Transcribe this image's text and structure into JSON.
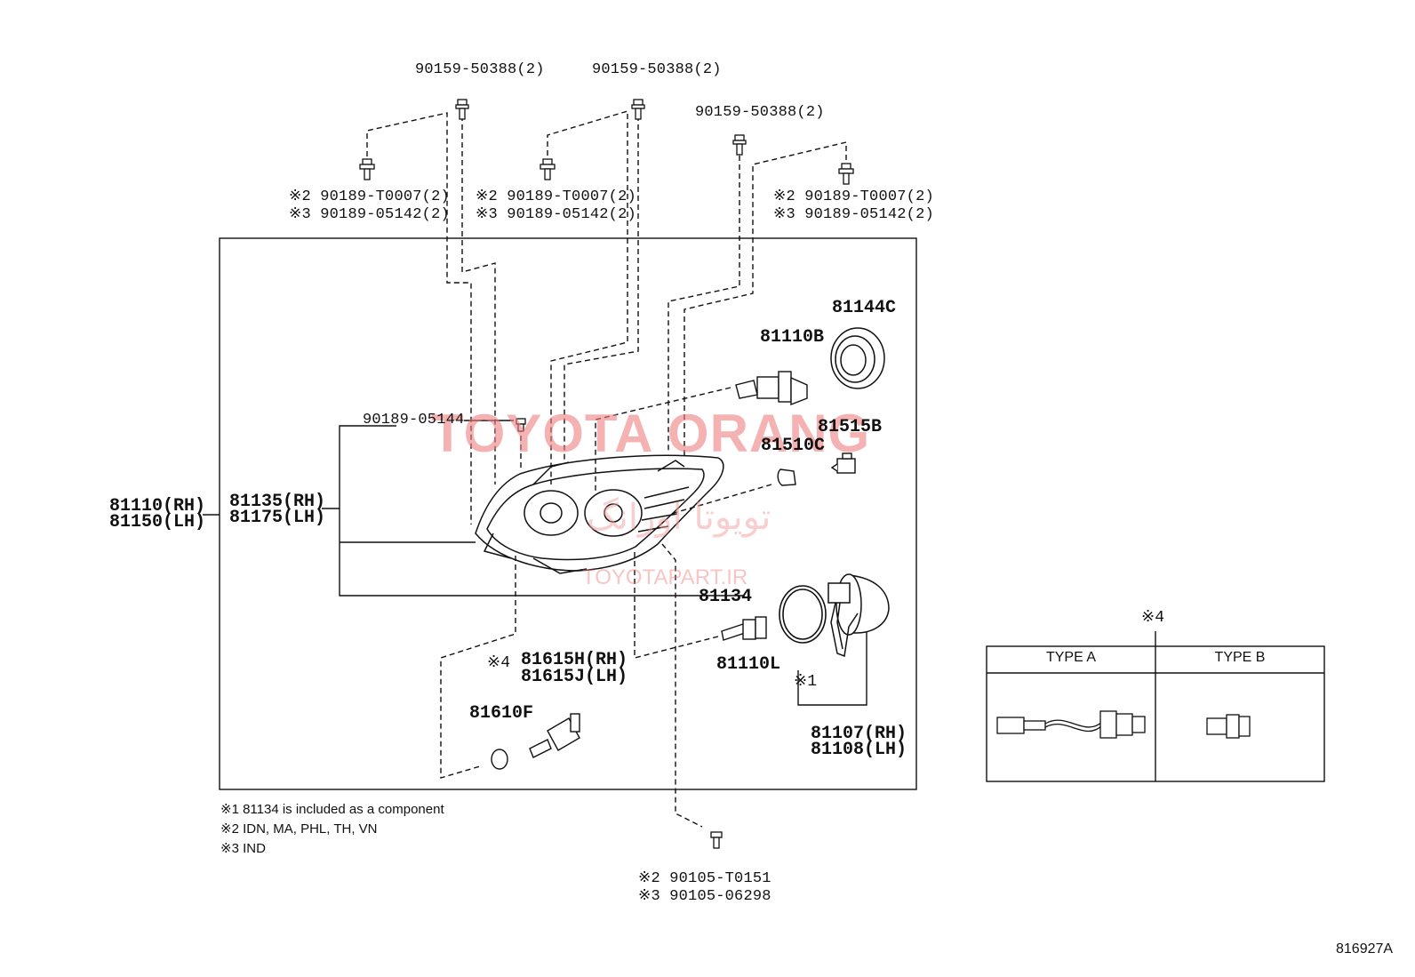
{
  "labels": {
    "bolt_top_left": "90159-50388(2)",
    "bolt_top_mid": "90159-50388(2)",
    "bolt_top_right": "90159-50388(2)",
    "clip_left_a": "※2 90189-T0007(2)",
    "clip_left_b": "※3 90189-05142(2)",
    "clip_mid_a": "※2 90189-T0007(2)",
    "clip_mid_b": "※3 90189-05142(2)",
    "clip_right_a": "※2 90189-T0007(2)",
    "clip_right_b": "※3 90189-05142(2)",
    "screw_inner": "90189-05144",
    "assy_rh": "81110(RH)",
    "assy_lh": "81150(LH)",
    "unit_rh": "81135(RH)",
    "unit_lh": "81175(LH)",
    "cover": "81144C",
    "bulb_hb": "81110B",
    "socket_side": "81515B",
    "bulb_side": "81510C",
    "gasket": "81134",
    "bulb_low": "81110L",
    "socket_turn_rh": "81615H(RH)",
    "socket_turn_lh": "81615J(LH)",
    "socket_turn_note": "※4",
    "bulb_turn": "81610F",
    "cover_note": "※1",
    "cover_rh": "81107(RH)",
    "cover_lh": "81108(LH)",
    "screw_bottom_a": "※2 90105-T0151",
    "screw_bottom_b": "※3 90105-06298"
  },
  "footnotes": [
    "※1 81134 is included as a component",
    "※2 IDN, MA, PHL, TH, VN",
    "※3 IND"
  ],
  "inset": {
    "note": "※4",
    "type_a": "TYPE A",
    "type_b": "TYPE B"
  },
  "watermark": {
    "brand": "TOYOTA ORANG",
    "persian": "تویوتا اورانگ",
    "url": "TOYOTAPART.IR"
  },
  "reference": "816927A",
  "colors": {
    "line": "#111111",
    "watermark": "#f08080"
  }
}
